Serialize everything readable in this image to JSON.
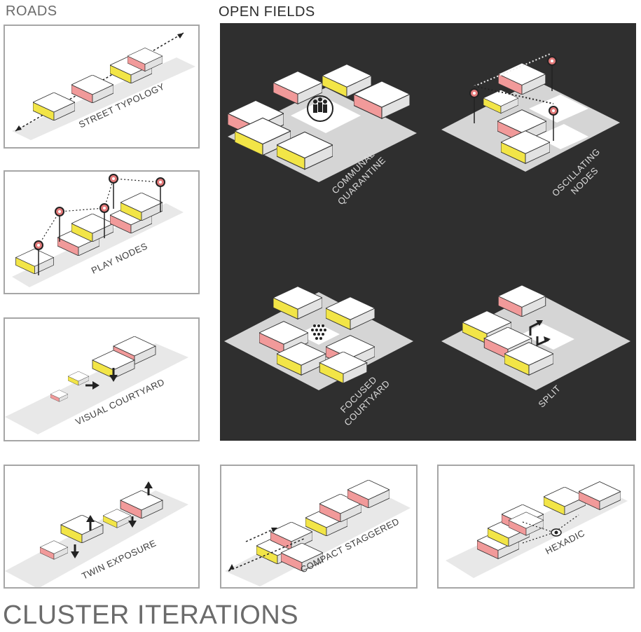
{
  "sections": {
    "roads": "ROADS",
    "open_fields": "OPEN FIELDS"
  },
  "main_title": "CLUSTER ITERATIONS",
  "colors": {
    "title_grey": "#6b6b6b",
    "heading_dark": "#2c2c2c",
    "panel_border": "#a6a6a6",
    "dark_background": "#2f2f2f",
    "block_pink": "#f19a9a",
    "block_yellow": "#f2e547",
    "block_white": "#ffffff",
    "node_red": "#e47a7a"
  },
  "roads_panels": [
    {
      "id": "street-typology",
      "label": "STREET TYPOLOGY"
    },
    {
      "id": "play-nodes",
      "label": "PLAY NODES"
    },
    {
      "id": "visual-courtyard",
      "label": "VISUAL COURTYARD"
    },
    {
      "id": "twin-exposure",
      "label": "TWIN EXPOSURE"
    }
  ],
  "open_field_panels": [
    {
      "id": "communal-quarantine",
      "label_lines": [
        "COMMUNAL",
        "QUARANTINE"
      ],
      "icon": "people-group-icon"
    },
    {
      "id": "oscillating-nodes",
      "label_lines": [
        "OSCILLATING",
        "NODES"
      ],
      "icon": "node-marker-icon"
    },
    {
      "id": "focused-courtyard",
      "label_lines": [
        "FOCUSED",
        "COURTYARD"
      ],
      "icon": "dot-grid-icon"
    },
    {
      "id": "split",
      "label_lines": [
        "SPLIT"
      ],
      "icon": "split-arrows-icon"
    }
  ],
  "bottom_panels": [
    {
      "id": "compact-staggered",
      "label": "COMPACT STAGGERED"
    },
    {
      "id": "hexadic",
      "label": "HEXADIC",
      "icon": "eye-icon"
    }
  ]
}
